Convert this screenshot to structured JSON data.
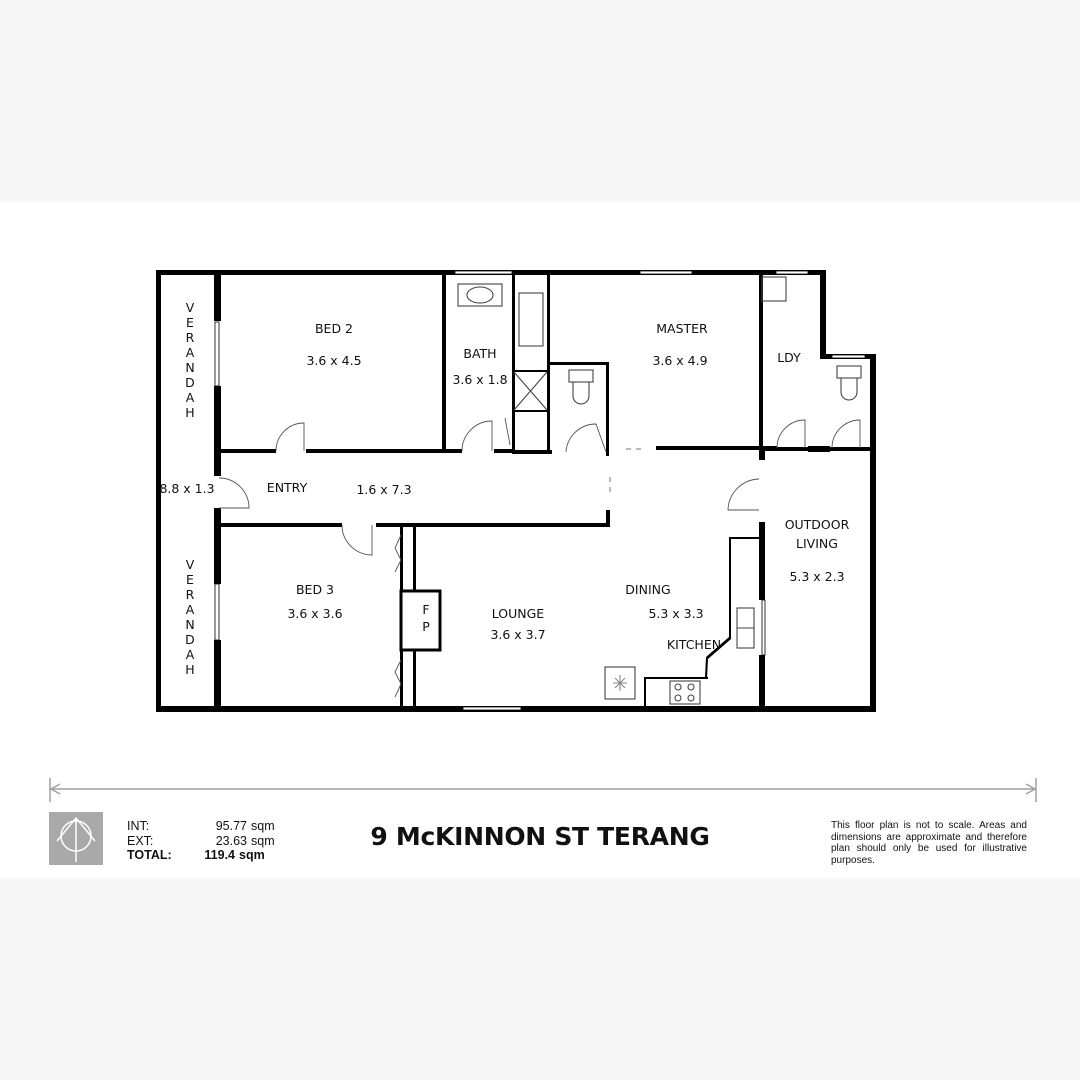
{
  "address_title": "9 McKINNON ST TERANG",
  "areas": {
    "int_label": "INT:",
    "int_value": "95.77",
    "int_unit": "sqm",
    "ext_label": "EXT:",
    "ext_value": "23.63",
    "ext_unit": "sqm",
    "total_label": "TOTAL:",
    "total_value": "119.4",
    "total_unit": "sqm"
  },
  "disclaimer": "This floor plan is not to scale. Areas and dimensions are approximate and therefore plan should only be used for illustrative purposes.",
  "compass_icon": "north-compass-icon",
  "rooms": {
    "bed2": {
      "name": "BED 2",
      "size": "3.6 x 4.5"
    },
    "bath": {
      "name": "BATH",
      "size": "3.6 x 1.8"
    },
    "master": {
      "name": "MASTER",
      "size": "3.6 x 4.9"
    },
    "ldy": {
      "name": "LDY"
    },
    "entry": {
      "name": "ENTRY",
      "size": "1.6 x 7.3"
    },
    "verandah": {
      "name": "VERANDAH",
      "size": "8.8 x 1.3"
    },
    "bed3": {
      "name": "BED 3",
      "size": "3.6 x 3.6"
    },
    "fp": {
      "name": "F P"
    },
    "lounge": {
      "name": "LOUNGE",
      "size": "3.6 x 3.7"
    },
    "dining": {
      "name": "DINING",
      "size": "5.3 x 3.3"
    },
    "kitchen": {
      "name": "KITCHEN"
    },
    "outdoor": {
      "name_line1": "OUTDOOR",
      "name_line2": "LIVING",
      "size": "5.3 x 2.3"
    }
  },
  "verandah_letters": [
    "V",
    "E",
    "R",
    "A",
    "N",
    "D",
    "A",
    "H"
  ],
  "fp_letters": [
    "F",
    "P"
  ],
  "colors": {
    "wall": "#000000",
    "fixture": "#666666",
    "page_bg": "#f7f7f7",
    "band_bg": "#ffffff",
    "compass_bg": "#a9a9a9",
    "scale_line": "#a0a0a0"
  }
}
